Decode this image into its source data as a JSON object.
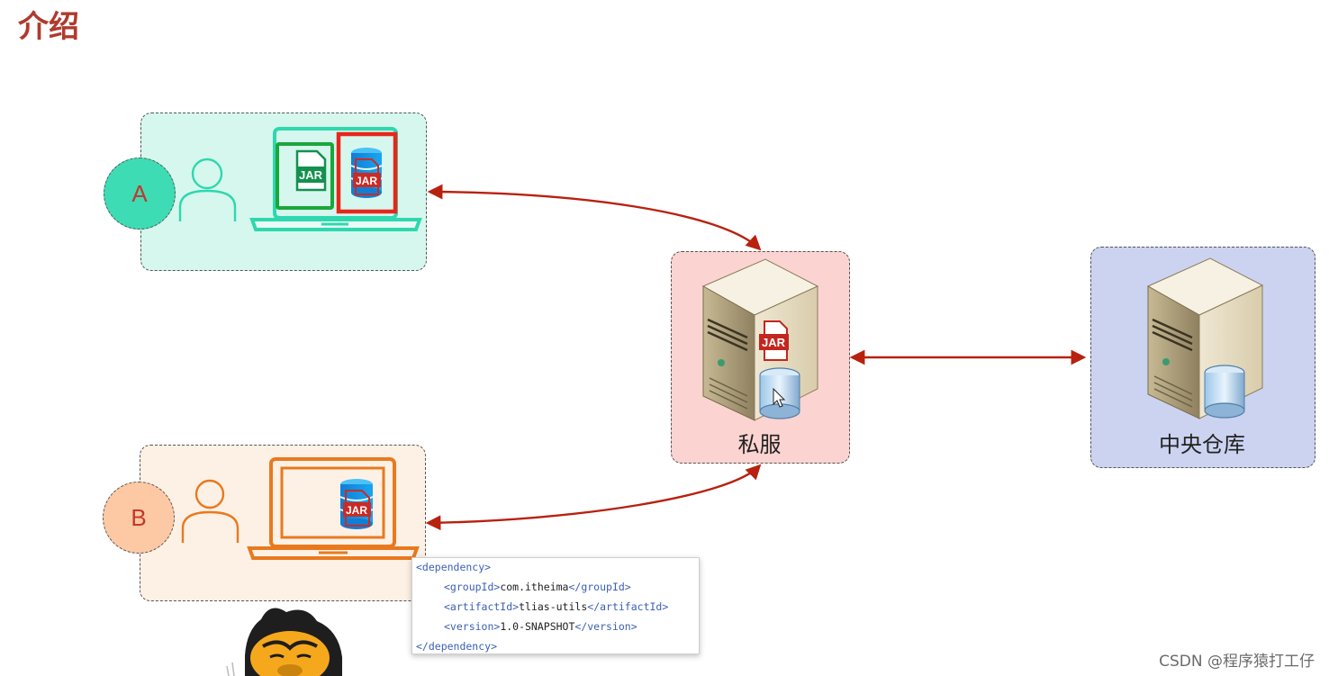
{
  "title": "介绍",
  "developers": {
    "a": {
      "label": "A"
    },
    "b": {
      "label": "B"
    }
  },
  "nodes": {
    "private_server": {
      "label": "私服"
    },
    "central_repo": {
      "label": "中央仓库"
    }
  },
  "jar_label": "JAR",
  "code_snippet": {
    "lines": [
      {
        "open": "<dependency>",
        "text": "",
        "close": ""
      },
      {
        "open": "<groupId>",
        "text": "com.itheima",
        "close": "</groupId>"
      },
      {
        "open": "<artifactId>",
        "text": "tlias-utils",
        "close": "</artifactId>"
      },
      {
        "open": "<version>",
        "text": "1.0-SNAPSHOT",
        "close": "</version>"
      },
      {
        "open": "</dependency>",
        "text": "",
        "close": ""
      }
    ]
  },
  "watermark": "CSDN @程序猿打工仔",
  "colors": {
    "title": "#b03a2e",
    "arrow": "#b8210f",
    "teal": "#2ed8ae",
    "orange": "#e9791e",
    "green_box": "#1aa73a",
    "red_box": "#e7261b"
  }
}
